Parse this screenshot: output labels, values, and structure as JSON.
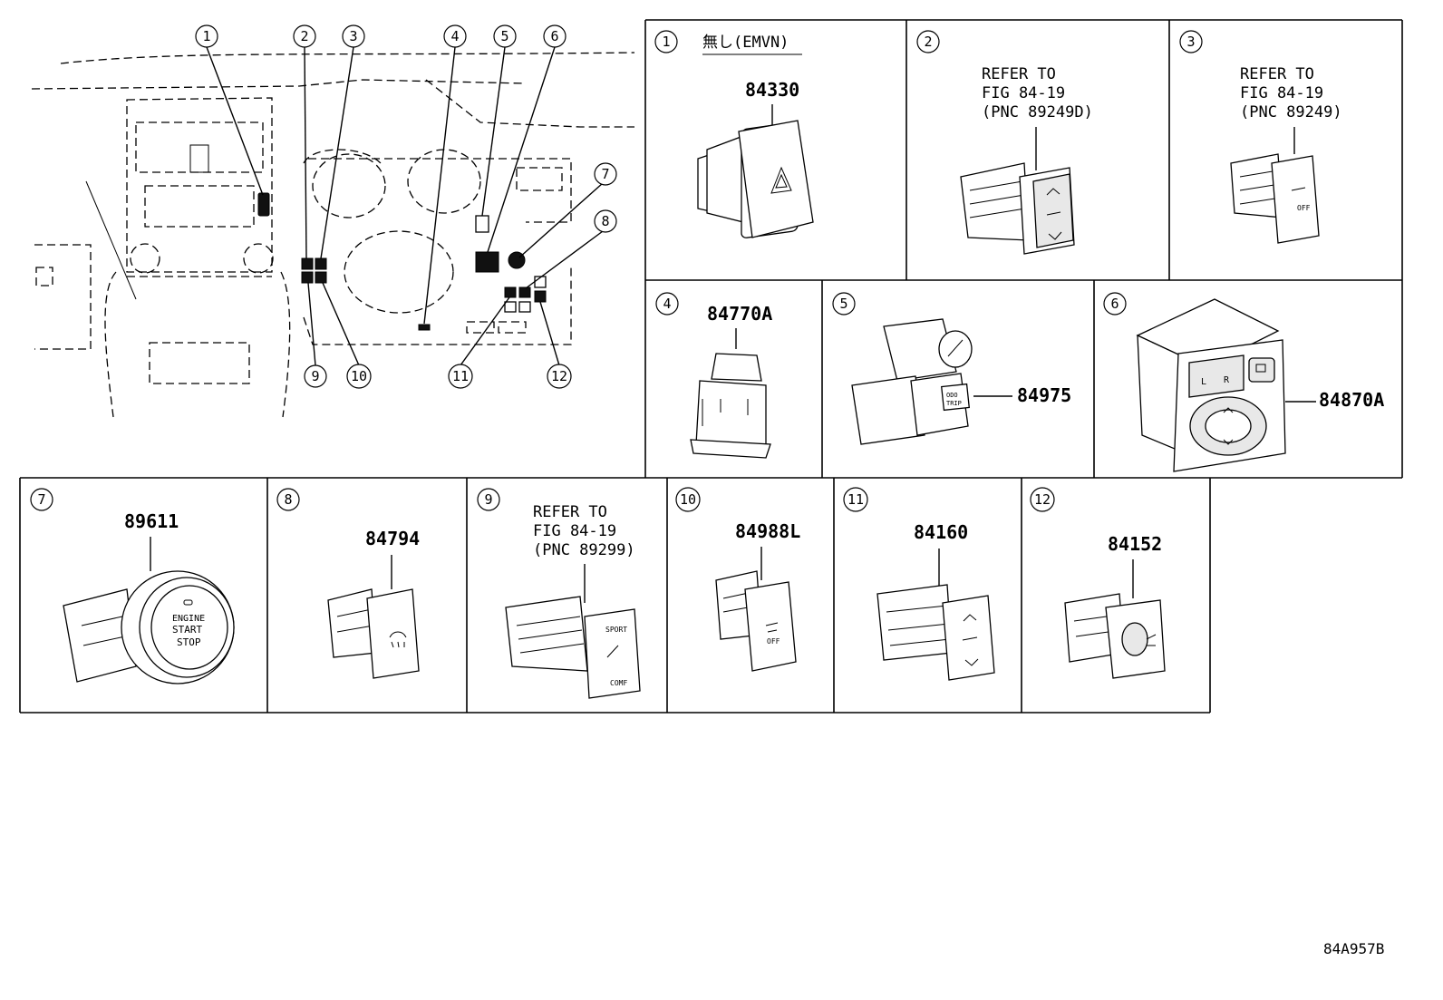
{
  "diagram_code": "84A957B",
  "callouts": [
    "1",
    "2",
    "3",
    "4",
    "5",
    "6",
    "7",
    "8",
    "9",
    "10",
    "11",
    "12"
  ],
  "panels": [
    {
      "num": "1",
      "note": "無し(EMVN)",
      "part": "84330",
      "refer": []
    },
    {
      "num": "2",
      "note": "",
      "part": "",
      "refer": [
        "REFER TO",
        "FIG 84-19",
        "(PNC 89249D)"
      ]
    },
    {
      "num": "3",
      "note": "",
      "part": "",
      "refer": [
        "REFER TO",
        "FIG 84-19",
        "(PNC 89249)"
      ]
    },
    {
      "num": "4",
      "note": "",
      "part": "84770A",
      "refer": []
    },
    {
      "num": "5",
      "note": "",
      "part": "84975",
      "refer": []
    },
    {
      "num": "6",
      "note": "",
      "part": "84870A",
      "refer": []
    },
    {
      "num": "7",
      "note": "",
      "part": "89611",
      "refer": []
    },
    {
      "num": "8",
      "note": "",
      "part": "84794",
      "refer": []
    },
    {
      "num": "9",
      "note": "",
      "part": "",
      "refer": [
        "REFER TO",
        "FIG 84-19",
        "(PNC 89299)"
      ]
    },
    {
      "num": "10",
      "note": "",
      "part": "84988L",
      "refer": []
    },
    {
      "num": "11",
      "note": "",
      "part": "84160",
      "refer": []
    },
    {
      "num": "12",
      "note": "",
      "part": "84152",
      "refer": []
    }
  ],
  "switch_labels": {
    "engine": [
      "ENGINE",
      "START",
      "STOP"
    ],
    "off": "OFF",
    "sport": "SPORT",
    "comf": "COMF",
    "odo": [
      "ODO",
      "TRIP"
    ],
    "mirror_l": "L",
    "mirror_r": "R"
  },
  "icons": [
    "hazard-triangle-icon",
    "defroster-icon",
    "traction-off-icon",
    "mirror-icon",
    "arrow-up-icon",
    "arrow-down-icon"
  ]
}
